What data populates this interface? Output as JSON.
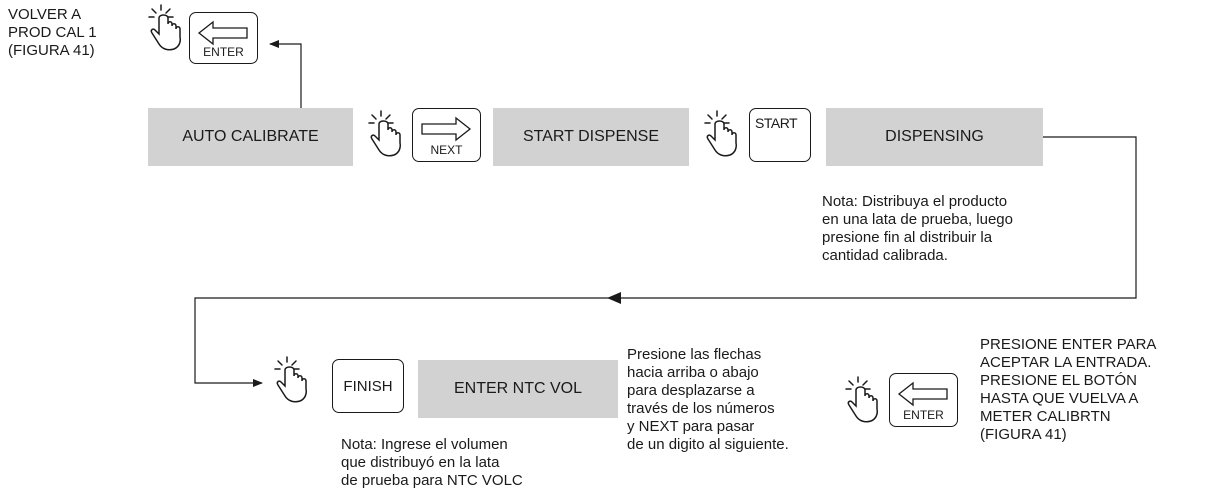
{
  "return_note": "VOLVER A\nPROD CAL 1\n(FIGURA 41)",
  "screens": {
    "auto_calibrate": "AUTO CALIBRATE",
    "start_dispense": "START DISPENSE",
    "dispensing": "DISPENSING",
    "enter_ntc_vol": "ENTER NTC VOL"
  },
  "keys": {
    "enter_top": "ENTER",
    "next": "NEXT",
    "start": "START",
    "finish": "FINISH",
    "enter_bottom": "ENTER"
  },
  "notes": {
    "dispense_note": "Nota: Distribuya el producto\nen una lata de prueba, luego\npresione fin al distribuir la\ncantidad calibrada.",
    "arrows_note": "Presione las flechas\nhacia arriba o abajo\npara desplazarse a\ntravés de los números\ny NEXT para pasar\nde un digito al siguiente.",
    "volume_note": "Nota:  Ingrese el volumen\nque distribuyó en la lata\nde prueba para NTC VOLC",
    "enter_instruction": "PRESIONE ENTER PARA\nACEPTAR LA ENTRADA.\nPRESIONE EL BOTÓN\nHASTA QUE VUELVA A\nMETER CALIBRTN\n(FIGURA 41)"
  },
  "icons": {
    "press": "pressing-hand-icon",
    "enter": "left-arrow-icon",
    "next": "right-arrow-icon"
  },
  "colors": {
    "screen_bg": "#d2d2d2",
    "line": "#1a1a1a"
  }
}
